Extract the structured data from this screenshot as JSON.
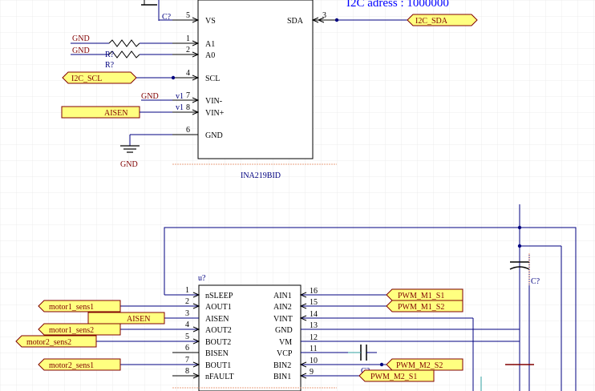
{
  "title_note": "I2C adress : 1000000",
  "ina": {
    "part_name": "INA219BID",
    "left_pins": [
      {
        "num": "5",
        "label": "VS"
      },
      {
        "num": "1",
        "label": "A1"
      },
      {
        "num": "2",
        "label": "A0"
      },
      {
        "num": "4",
        "label": "SCL"
      },
      {
        "num": "7",
        "label": "VIN-"
      },
      {
        "num": "8",
        "label": "VIN+"
      },
      {
        "num": "6",
        "label": "GND"
      }
    ],
    "right_pins": [
      {
        "num": "3",
        "label": "SDA"
      }
    ]
  },
  "drv": {
    "designator": "u?",
    "left_pins": [
      {
        "num": "1",
        "label": "nSLEEP"
      },
      {
        "num": "2",
        "label": "AOUT1"
      },
      {
        "num": "3",
        "label": "AISEN"
      },
      {
        "num": "4",
        "label": "AOUT2"
      },
      {
        "num": "5",
        "label": "BOUT2"
      },
      {
        "num": "6",
        "label": "BISEN"
      },
      {
        "num": "7",
        "label": "BOUT1"
      },
      {
        "num": "8",
        "label": "nFAULT"
      }
    ],
    "right_pins": [
      {
        "num": "16",
        "label": "AIN1"
      },
      {
        "num": "15",
        "label": "AIN2"
      },
      {
        "num": "14",
        "label": "VINT"
      },
      {
        "num": "13",
        "label": "GND"
      },
      {
        "num": "12",
        "label": "VM"
      },
      {
        "num": "11",
        "label": "VCP"
      },
      {
        "num": "10",
        "label": "BIN2"
      },
      {
        "num": "9",
        "label": "BIN1"
      }
    ]
  },
  "ports": {
    "i2c_sda": "I2C_SDA",
    "i2c_scl": "I2C_SCL",
    "aisen_top": "AISEN",
    "aisen_bottom": "AISEN",
    "motor1_sens1": "motor1_sens1",
    "motor1_sens2": "motor1_sens2",
    "motor2_sens2": "motor2_sens2",
    "motor2_sens1": "motor2_sens1",
    "pwm_m1_s1": "PWM_M1_S1",
    "pwm_m1_s2": "PWM_M1_S2",
    "pwm_m2_s2": "PWM_M2_S2",
    "pwm_m2_s1": "PWM_M2_S1"
  },
  "labels": {
    "gnd_a1": "GND",
    "gnd_a0": "GND",
    "gnd_vin": "GND",
    "gnd_symbol": "GND",
    "r_a": "R?",
    "r_b": "R?",
    "v1": "v1",
    "v2": "v1",
    "cap_top": "C?",
    "cap_right": "C?",
    "cap_vcp": "C?"
  },
  "colors": {
    "wire": "#000080",
    "body_fill": "#ffffff",
    "port_fill": "#ffff80",
    "port_stroke": "#800000",
    "net_label": "#800000",
    "grid": "#e8e8e8",
    "note": "#0000ff"
  }
}
